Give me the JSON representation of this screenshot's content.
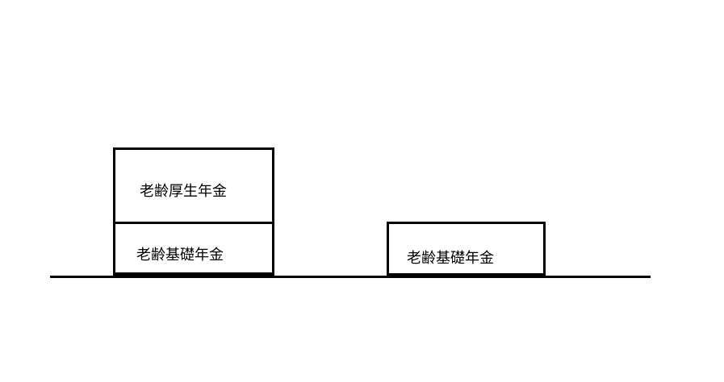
{
  "left_stack": {
    "upper_label": "老齢厚生年金",
    "lower_label": "老齢基礎年金"
  },
  "right_stack": {
    "label": "老齢基礎年金"
  }
}
